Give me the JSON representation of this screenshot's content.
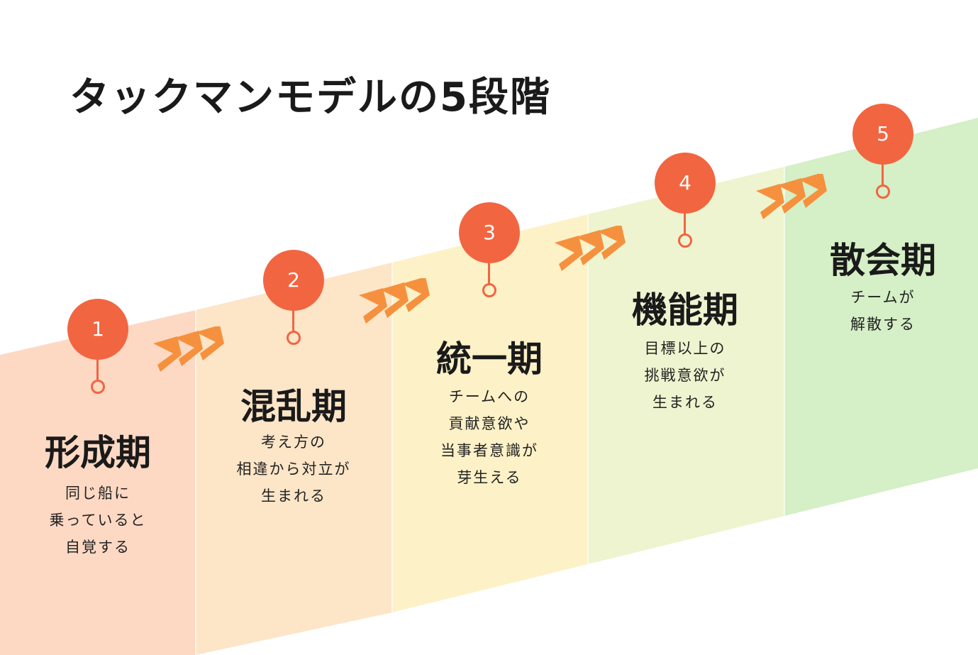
{
  "title": "タックマンモデルの5段階",
  "colors": {
    "accent": "#f26541",
    "chevron": "#f5913e",
    "bands": [
      "#fdd9c4",
      "#fde5c7",
      "#fdf1c7",
      "#eef4cf",
      "#d5efc6"
    ]
  },
  "stages": [
    {
      "number": "1",
      "name": "形成期",
      "desc": [
        "同じ船に",
        "乗っていると",
        "自覚する"
      ]
    },
    {
      "number": "2",
      "name": "混乱期",
      "desc": [
        "考え方の",
        "相違から対立が",
        "生まれる"
      ]
    },
    {
      "number": "3",
      "name": "統一期",
      "desc": [
        "チームへの",
        "貢献意欲や",
        "当事者意識が",
        "芽生える"
      ]
    },
    {
      "number": "4",
      "name": "機能期",
      "desc": [
        "目標以上の",
        "挑戦意欲が",
        "生まれる"
      ]
    },
    {
      "number": "5",
      "name": "散会期",
      "desc": [
        "チームが",
        "解散する"
      ]
    }
  ]
}
